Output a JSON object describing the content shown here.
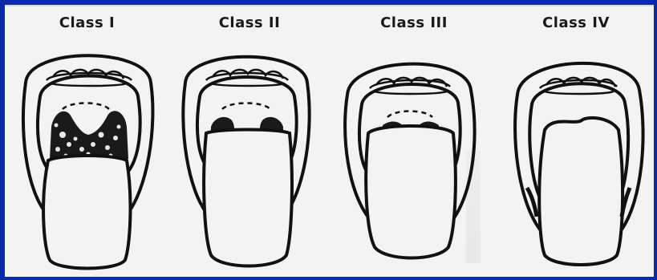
{
  "image": {
    "background_color": "#0a2aa8",
    "sheet_color": "#f3f3f1",
    "ink_color": "#111111"
  },
  "classes": [
    {
      "label": "Class I"
    },
    {
      "label": "Class II"
    },
    {
      "label": "Class III"
    },
    {
      "label": "Class IV"
    }
  ]
}
